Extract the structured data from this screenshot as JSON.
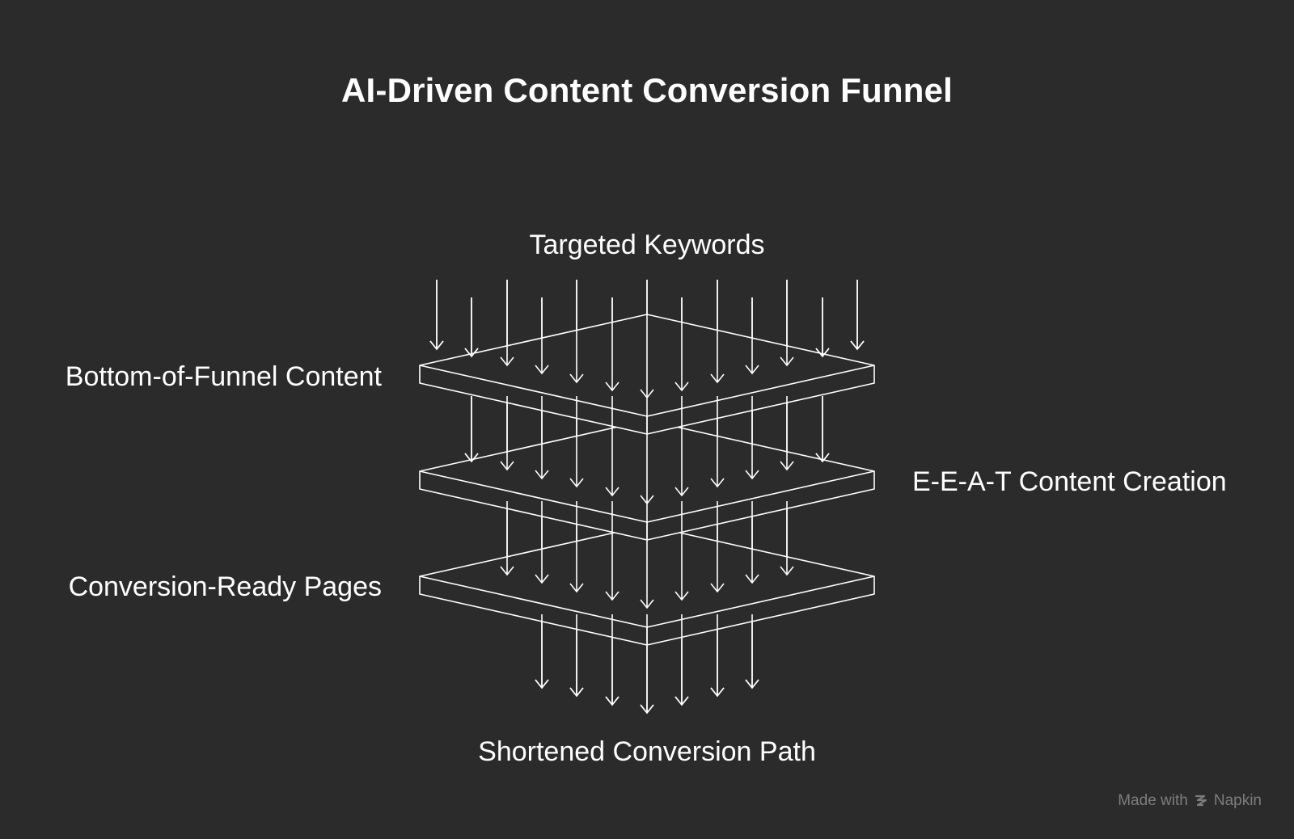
{
  "title": "AI-Driven Content Conversion Funnel",
  "labels": {
    "top": "Targeted Keywords",
    "layer1": "Bottom-of-Funnel Content",
    "layer2": "E-E-A-T Content Creation",
    "layer3": "Conversion-Ready Pages",
    "bottom": "Shortened Conversion Path"
  },
  "watermark": {
    "prefix": "Made with",
    "brand": "Napkin",
    "icon": "napkin-logo-icon"
  },
  "colors": {
    "background": "#2b2b2b",
    "stroke": "#ffffff",
    "watermark": "#7d7d7d"
  }
}
